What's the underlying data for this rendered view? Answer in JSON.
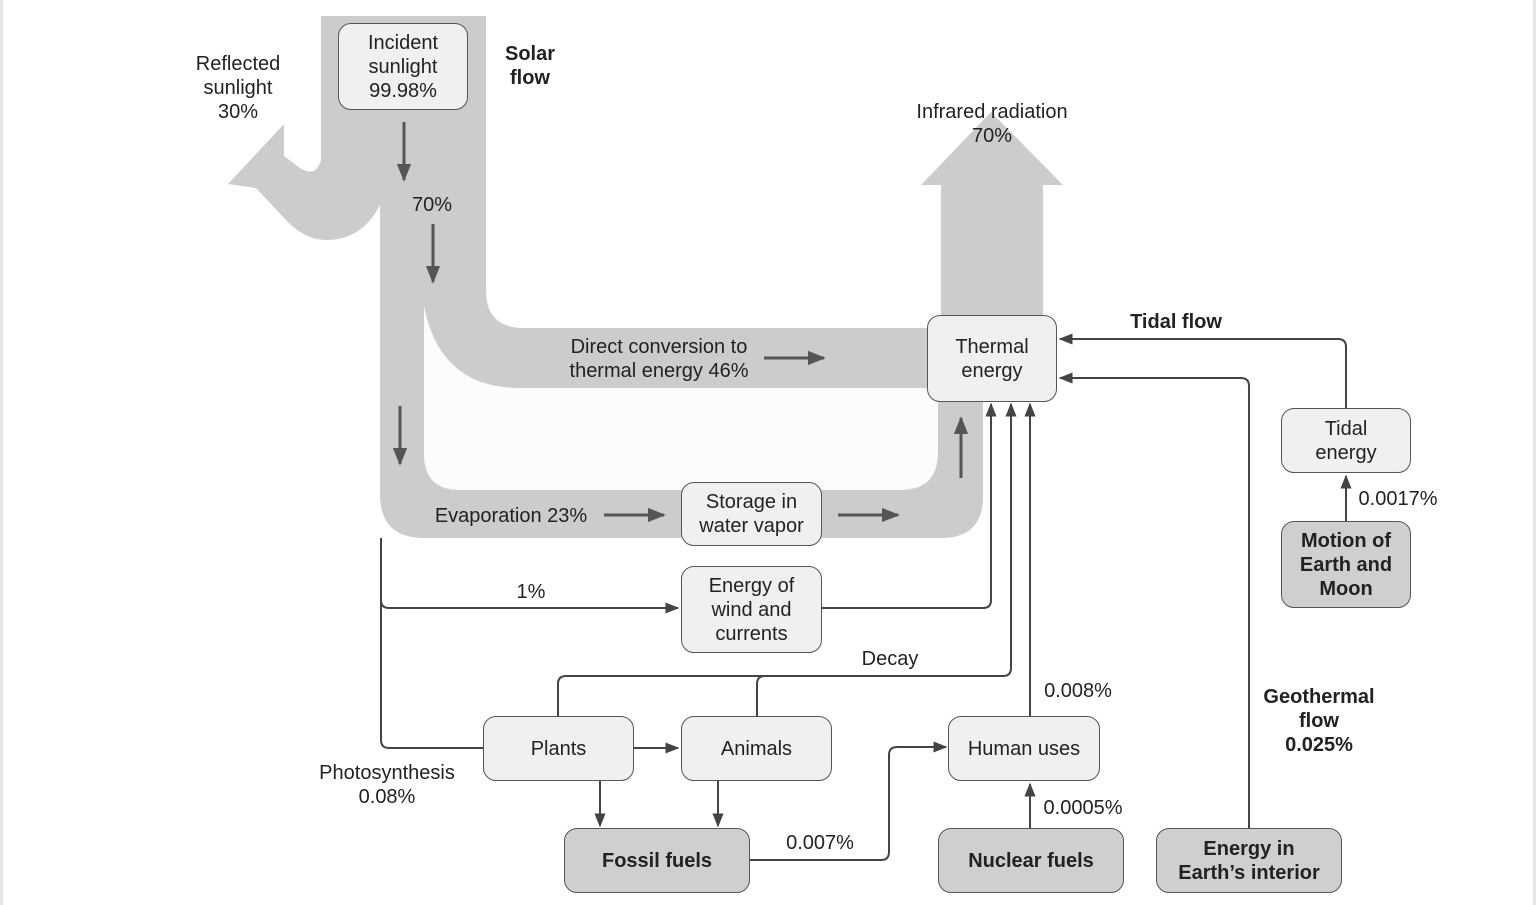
{
  "nodes": {
    "incident_sunlight": "Incident\nsunlight\n99.98%",
    "thermal_energy": "Thermal\nenergy",
    "storage_water_vapor": "Storage in\nwater vapor",
    "wind_currents": "Energy of\nwind and\ncurrents",
    "plants": "Plants",
    "animals": "Animals",
    "fossil_fuels": "Fossil fuels",
    "human_uses": "Human uses",
    "nuclear_fuels": "Nuclear fuels",
    "earth_interior": "Energy in\nEarth’s interior",
    "tidal_energy": "Tidal\nenergy",
    "motion_earth_moon": "Motion of\nEarth and\nMoon"
  },
  "labels": {
    "solar_flow": "Solar\nflow",
    "reflected_sunlight": "Reflected\nsunlight\n30%",
    "seventy_pct": "70%",
    "infrared_radiation": "Infrared radiation\n70%",
    "direct_conversion": "Direct conversion to\nthermal energy 46%",
    "evaporation": "Evaporation 23%",
    "one_pct": "1%",
    "decay": "Decay",
    "photosynthesis": "Photosynthesis\n0.08%",
    "fossil_pct": "0.007%",
    "human_to_thermal_pct": "0.008%",
    "nuclear_pct": "0.0005%",
    "tidal_flow": "Tidal flow",
    "tidal_pct": "0.0017%",
    "geothermal_flow": "Geothermal\nflow\n0.025%"
  },
  "colors": {
    "band_fill": "#cccccc",
    "node_fill": "#f0f0f0",
    "dark_node_fill": "#cfcfcf",
    "line": "#444444",
    "band_arrow": "#555555"
  }
}
